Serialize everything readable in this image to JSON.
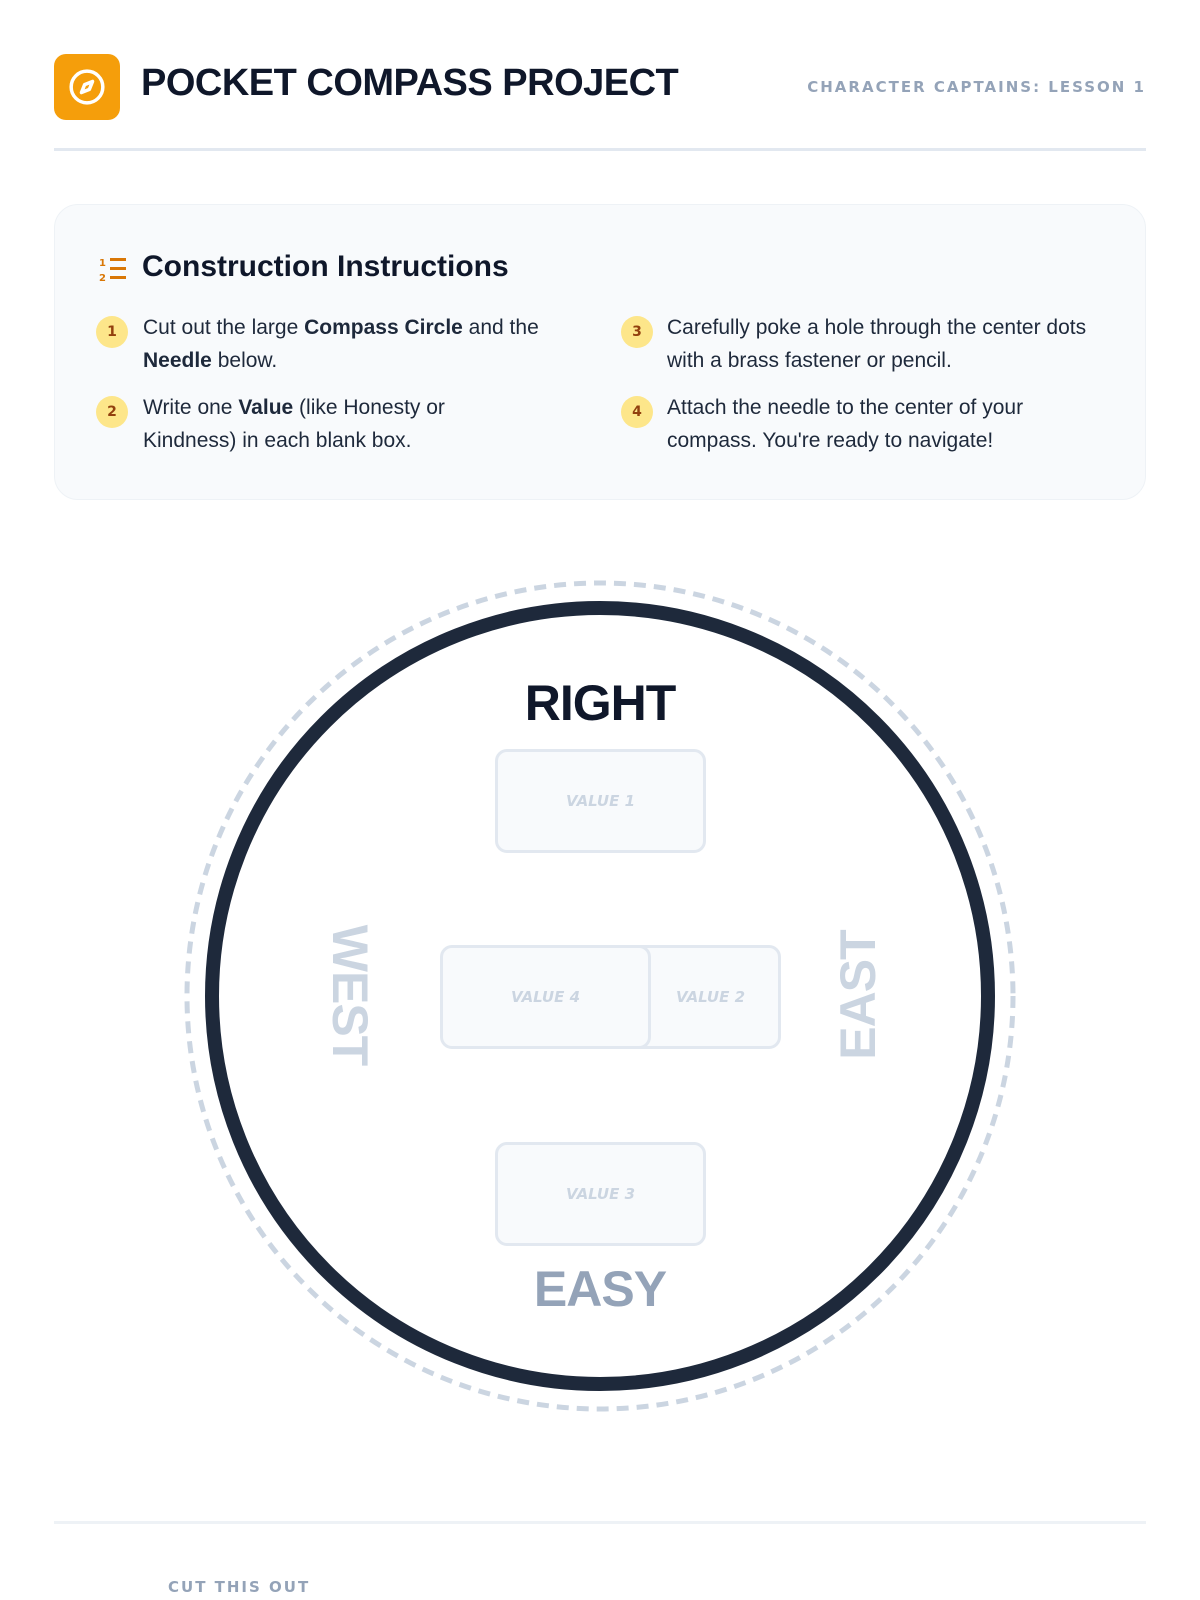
{
  "header": {
    "title": "POCKET COMPASS PROJECT",
    "lesson": "CHARACTER CAPTAINS: LESSON 1"
  },
  "instructions": {
    "heading": "Construction Instructions",
    "steps": [
      {
        "num": "1",
        "a": "Cut out the large ",
        "b1": "Compass Circle",
        "c": " and the ",
        "b2": "Needle",
        "d": " below."
      },
      {
        "num": "2",
        "a": "Write one ",
        "b1": "Value",
        "c": " (like Honesty or Kindness) in each blank box."
      },
      {
        "num": "3",
        "a": "Carefully poke a hole through the center dots with a brass fastener or pencil."
      },
      {
        "num": "4",
        "a": "Attach the needle to the center of your compass. You're ready to navigate!"
      }
    ]
  },
  "compass": {
    "north": "RIGHT",
    "south": "EASY",
    "west": "WEST",
    "east": "EAST",
    "values": [
      "VALUE 1",
      "VALUE 2",
      "VALUE 3",
      "VALUE 4"
    ],
    "colors": {
      "ring": "#1e293b",
      "dashed": "#cbd5e1",
      "accent": "#f59e0b"
    }
  },
  "footer": {
    "cut_label": "CUT THIS OUT"
  }
}
